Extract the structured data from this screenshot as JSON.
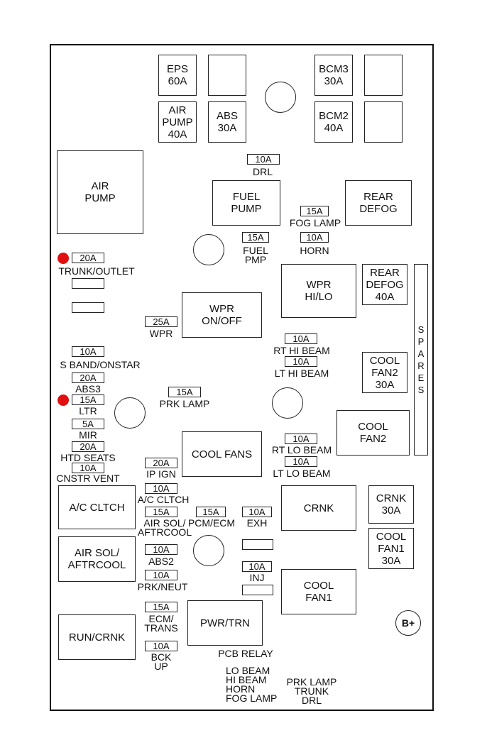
{
  "relays": [
    {
      "id": "eps",
      "text": "EPS\n60A"
    },
    {
      "id": "top-blank1",
      "text": ""
    },
    {
      "id": "bcm3",
      "text": "BCM3\n30A"
    },
    {
      "id": "top-blank2",
      "text": ""
    },
    {
      "id": "air-pump-40a",
      "text": "AIR\nPUMP\n40A"
    },
    {
      "id": "abs-30a",
      "text": "ABS\n30A"
    },
    {
      "id": "bcm2",
      "text": "BCM2\n40A"
    },
    {
      "id": "top-blank3",
      "text": ""
    },
    {
      "id": "air-pump-relay",
      "text": "AIR\nPUMP"
    },
    {
      "id": "fuel-pump-relay",
      "text": "FUEL\nPUMP"
    },
    {
      "id": "rear-defog-relay",
      "text": "REAR\nDEFOG"
    },
    {
      "id": "wpr-hi-lo",
      "text": "WPR\nHI/LO"
    },
    {
      "id": "rear-defog-40a",
      "text": "REAR\nDEFOG\n40A"
    },
    {
      "id": "wpr-on-off",
      "text": "WPR\nON/OFF"
    },
    {
      "id": "cool-fan2-30a",
      "text": "COOL\nFAN2\n30A"
    },
    {
      "id": "cool-fan2-relay",
      "text": "COOL\nFAN2"
    },
    {
      "id": "cool-fans-relay",
      "text": "COOL FANS"
    },
    {
      "id": "ac-cltch-relay",
      "text": "A/C CLTCH"
    },
    {
      "id": "crnk-relay",
      "text": "CRNK"
    },
    {
      "id": "crnk-30a",
      "text": "CRNK\n30A"
    },
    {
      "id": "cool-fan1-30a",
      "text": "COOL\nFAN1\n30A"
    },
    {
      "id": "air-sol-relay",
      "text": "AIR SOL/\nAFTRCOOL"
    },
    {
      "id": "cool-fan1-relay",
      "text": "COOL\nFAN1"
    },
    {
      "id": "pwr-trn-relay",
      "text": "PWR/TRN"
    },
    {
      "id": "run-crnk-relay",
      "text": "RUN/CRNK"
    }
  ],
  "fuses": [
    {
      "id": "drl",
      "amps": "10A",
      "label": "DRL"
    },
    {
      "id": "fog-lamp",
      "amps": "15A",
      "label": "FOG LAMP"
    },
    {
      "id": "fuel-pmp",
      "amps": "15A",
      "label": "FUEL\nPMP"
    },
    {
      "id": "horn",
      "amps": "10A",
      "label": "HORN"
    },
    {
      "id": "trunk-outlet",
      "amps": "20A",
      "label": "TRUNK/OUTLET"
    },
    {
      "id": "wpr",
      "amps": "25A",
      "label": "WPR"
    },
    {
      "id": "rt-hi-beam",
      "amps": "10A",
      "label": "RT HI BEAM"
    },
    {
      "id": "lt-hi-beam",
      "amps": "10A",
      "label": "LT HI BEAM"
    },
    {
      "id": "s-band-onstar",
      "amps": "10A",
      "label": "S BAND/ONSTAR"
    },
    {
      "id": "abs3",
      "amps": "20A",
      "label": "ABS3"
    },
    {
      "id": "ltr",
      "amps": "15A",
      "label": "LTR"
    },
    {
      "id": "prk-lamp",
      "amps": "15A",
      "label": "PRK LAMP"
    },
    {
      "id": "mir",
      "amps": "5A",
      "label": "MIR"
    },
    {
      "id": "htd-seats",
      "amps": "20A",
      "label": "HTD SEATS"
    },
    {
      "id": "rt-lo-beam",
      "amps": "10A",
      "label": "RT LO BEAM"
    },
    {
      "id": "cnstr-vent",
      "amps": "10A",
      "label": "CNSTR VENT"
    },
    {
      "id": "ip-ign",
      "amps": "20A",
      "label": "IP IGN"
    },
    {
      "id": "lt-lo-beam",
      "amps": "10A",
      "label": "LT LO BEAM"
    },
    {
      "id": "ac-cltch",
      "amps": "10A",
      "label": "A/C CLTCH"
    },
    {
      "id": "air-sol",
      "amps": "15A",
      "label": "AIR SOL/\nAFTRCOOL"
    },
    {
      "id": "pcm-ecm",
      "amps": "15A",
      "label": "PCM/ECM"
    },
    {
      "id": "exh",
      "amps": "10A",
      "label": "EXH"
    },
    {
      "id": "abs2",
      "amps": "10A",
      "label": "ABS2"
    },
    {
      "id": "inj",
      "amps": "10A",
      "label": "INJ"
    },
    {
      "id": "prk-neut",
      "amps": "10A",
      "label": "PRK/NEUT"
    },
    {
      "id": "ecm-trans",
      "amps": "15A",
      "label": "ECM/\nTRANS"
    },
    {
      "id": "bck-up",
      "amps": "10A",
      "label": "BCK\nUP"
    }
  ],
  "spares_label": "S\nP\nA\nR\nE\nS",
  "b_plus": "B+",
  "pcb_relay": {
    "title": "PCB RELAY",
    "col1": "LO BEAM\nHI BEAM\nHORN\nFOG LAMP",
    "col2": "PRK LAMP\nTRUNK\nDRL"
  },
  "highlight_color": "#e01010"
}
